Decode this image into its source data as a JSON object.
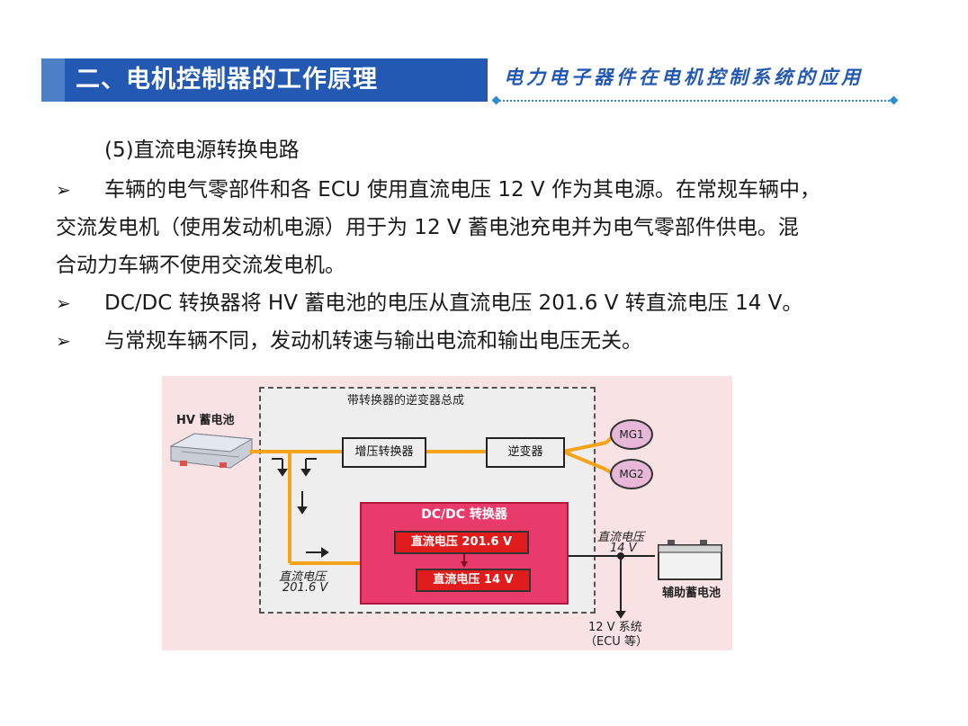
{
  "header": {
    "title": "二、电机控制器的工作原理",
    "subtitle": "电力电子器件在电机控制系统的应用"
  },
  "body": {
    "section": "(5)直流电源转换电路",
    "bullets": [
      "车辆的电气零部件和各 ECU 使用直流电压 12 V 作为其电源。在常规车辆中，",
      "交流发电机（使用发动机电源）用于为 12 V 蓄电池充电并为电气零部件供电。混",
      "合动力车辆不使用交流发电机。",
      "DC/DC 转换器将 HV 蓄电池的电压从直流电压 201.6 V 转直流电压 14 V。",
      "与常规车辆不同，发动机转速与输出电流和输出电压无关。"
    ],
    "bullet_symbol": "➢"
  },
  "diagram": {
    "inverter_assembly": "带转换器的逆变器总成",
    "hv_battery": "HV 蓄电池",
    "boost_converter": "增压转换器",
    "inverter": "逆变器",
    "mg1": "MG1",
    "mg2": "MG2",
    "dcdc_title": "DC/DC 转换器",
    "dc_in": "直流电压 201.6 V",
    "dc_out": "直流电压 14 V",
    "left_label_1": "直流电压",
    "left_label_2": "201.6 V",
    "right_label_1": "直流电压",
    "right_label_2": "14 V",
    "aux_battery": "辅助蓄电池",
    "system_1": "12 V 系统",
    "system_2": "（ECU 等）",
    "colors": {
      "wire": "#f5a319",
      "dcdc": "#e83b6b",
      "red_box": "#e01c1c"
    }
  }
}
